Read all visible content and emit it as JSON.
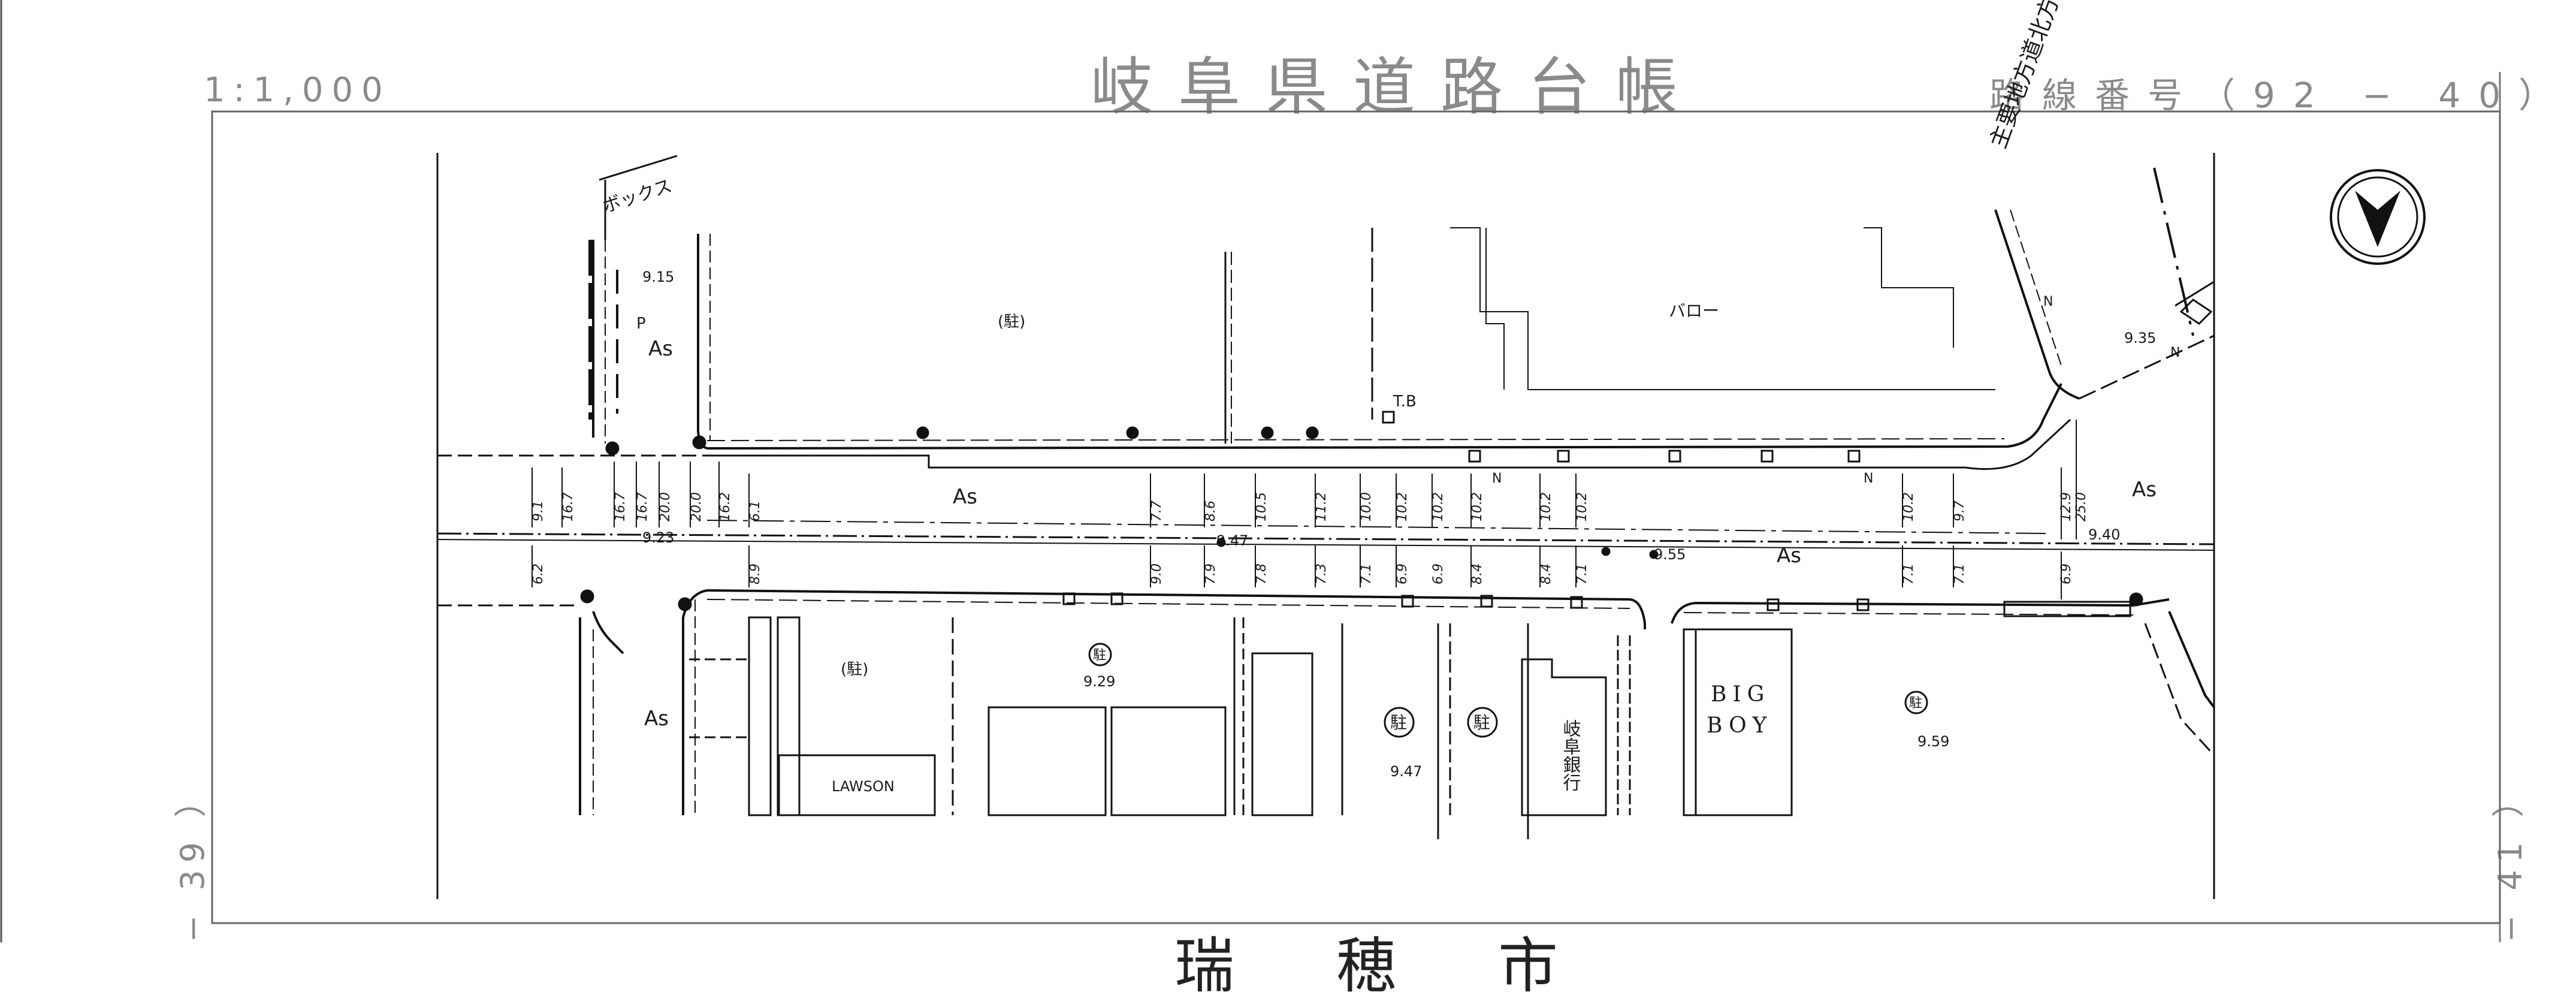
{
  "header": {
    "scale": "1:1,000",
    "title": "岐阜県道路台帳",
    "route_prefix": "路線番号（",
    "route_number": "92 − 40",
    "route_suffix": "）"
  },
  "sheet_refs": {
    "left": "− 39 ）",
    "right": "− 41 ）"
  },
  "bottom_name": "瑞穂市",
  "map": {
    "road_surface_labels": [
      "As",
      "As",
      "As",
      "As",
      "As"
    ],
    "crossing_road": "主要地方道北方・多度線",
    "box_label": "ボックス",
    "parking_label": "P",
    "parking_paren": "(駐)",
    "parking_paren_2": "(駐)",
    "parking_symbol": "駐",
    "tb_label": "T.B",
    "store_valor": "バロー",
    "store_lawson": "LAWSON",
    "store_bigboy_1": "BIG",
    "store_bigboy_2": "BOY",
    "bank_label": "岐阜銀行",
    "north_marks": [
      "N",
      "N",
      "N",
      "N"
    ],
    "elevations": [
      "9.15",
      "9.23",
      "9.47",
      "9.55",
      "9.40",
      "9.35",
      "9.29",
      "9.47",
      "9.59"
    ],
    "widths_top": [
      "9.1",
      "16.7",
      "16.7",
      "16.7",
      "20.0",
      "20.0",
      "16.2",
      "6.1",
      "7.7",
      "8.6",
      "10.5",
      "11.2",
      "10.0",
      "10.2",
      "10.2",
      "10.2",
      "10.2",
      "10.2",
      "10.2",
      "9.7",
      "12.9",
      "25.0"
    ],
    "widths_bottom": [
      "6.2",
      "8.9",
      "9.0",
      "7.9",
      "7.8",
      "7.3",
      "7.1",
      "6.9",
      "6.9",
      "8.4",
      "8.4",
      "7.1",
      "7.1",
      "7.1",
      "6.9"
    ]
  }
}
